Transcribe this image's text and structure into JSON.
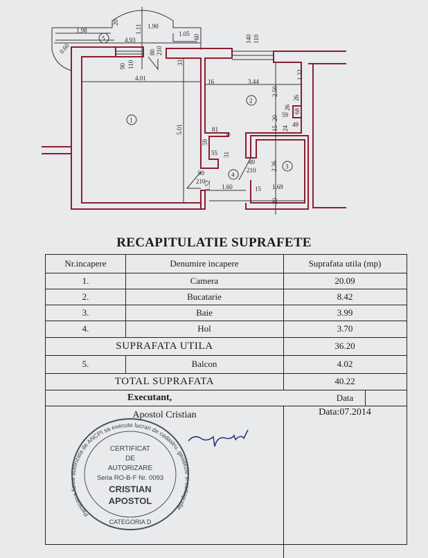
{
  "plan": {
    "labels": [
      "1.98",
      "4.93",
      "1.11",
      "20",
      "1.90",
      "1.05",
      "60",
      "0.60",
      "90",
      "110",
      "80",
      "210",
      "33",
      "4.01",
      "16",
      "3.44",
      "5.01",
      "140",
      "110",
      "1.32",
      "2.50",
      "26",
      "26",
      "59",
      "68",
      "20",
      "15",
      "49",
      "24",
      "81",
      "9",
      "59",
      "55",
      "31",
      "80",
      "210",
      "2.36",
      "90",
      "210",
      "1.52",
      "1.60",
      "15",
      "1.69",
      "20"
    ],
    "rooms": [
      "1",
      "2",
      "3",
      "4",
      "5"
    ]
  },
  "title": "RECAPITULATIE SUPRAFETE",
  "table": {
    "headers": [
      "Nr.incapere",
      "Denumire incapere",
      "Suprafata utila (mp)"
    ],
    "rows": [
      {
        "nr": "1.",
        "name": "Camera",
        "area": "20.09"
      },
      {
        "nr": "2.",
        "name": "Bucatarie",
        "area": "8.42"
      },
      {
        "nr": "3.",
        "name": "Baie",
        "area": "3.99"
      },
      {
        "nr": "4.",
        "name": "Hol",
        "area": "3.70"
      }
    ],
    "subtotal_label": "SUPRAFATA UTILA",
    "subtotal_value": "36.20",
    "balcon": {
      "nr": "5.",
      "name": "Balcon",
      "area": "4.02"
    },
    "total_label": "TOTAL SUPRAFATA",
    "total_value": "40.22",
    "executant_label": "Executant,",
    "data_label": "Data",
    "executant_name": "Apostol Cristian",
    "date": "Data:07.2014"
  },
  "stamp": {
    "ring_text": "Persoana fizica autorizata de ANCPI sa execute lucrari de cadastru, geodezie si cartografie",
    "lines": [
      "CERTIFICAT",
      "DE",
      "AUTORIZARE",
      "Seria RO-B-F Nr. 0093",
      "CRISTIAN",
      "APOSTOL",
      "CATEGORIA D"
    ]
  }
}
